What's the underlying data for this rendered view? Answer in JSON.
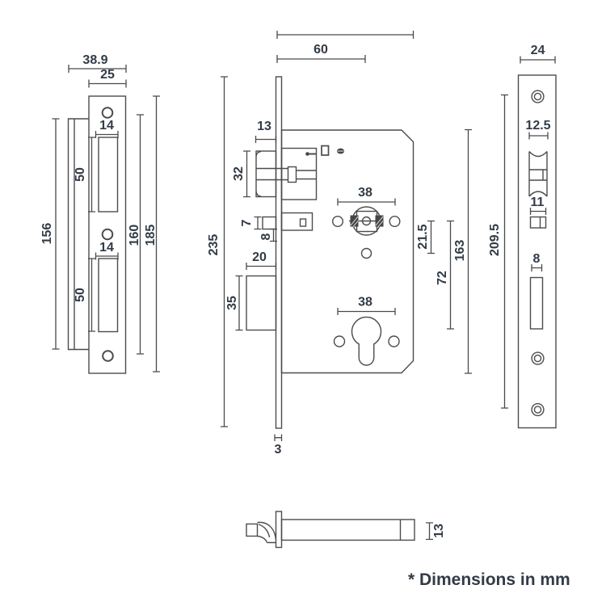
{
  "footnote": {
    "text": "* Dimensions in mm"
  },
  "views": {
    "strike_plate": {
      "dims": {
        "overall_width": "38.9",
        "face_width": "25",
        "top_hole_width": "14",
        "top_slot_height": "50",
        "mid_hole_width": "14",
        "bottom_slot_height": "50",
        "lip_height": "156",
        "inner_height": "160",
        "overall_height": "185"
      }
    },
    "lock_body": {
      "dims": {
        "backset": "60",
        "latch_width": "13",
        "latch_height": "32",
        "aux_bolt_height": "7",
        "aux_gap": "8",
        "bolt_throw": "20",
        "bolt_height": "35",
        "faceplate_height": "235",
        "faceplate_thickness": "3",
        "hub_hole_span": "38",
        "cyl_hole_span": "38",
        "hub_to_hole": "21.5",
        "centres_distance": "72",
        "body_height": "163"
      }
    },
    "faceplate_front": {
      "dims": {
        "width": "24",
        "latch_width": "12.5",
        "aux_width": "11",
        "bolt_slot_width": "8",
        "height": "209.5"
      }
    },
    "latch_side": {
      "dims": {
        "thickness": "13"
      }
    }
  }
}
